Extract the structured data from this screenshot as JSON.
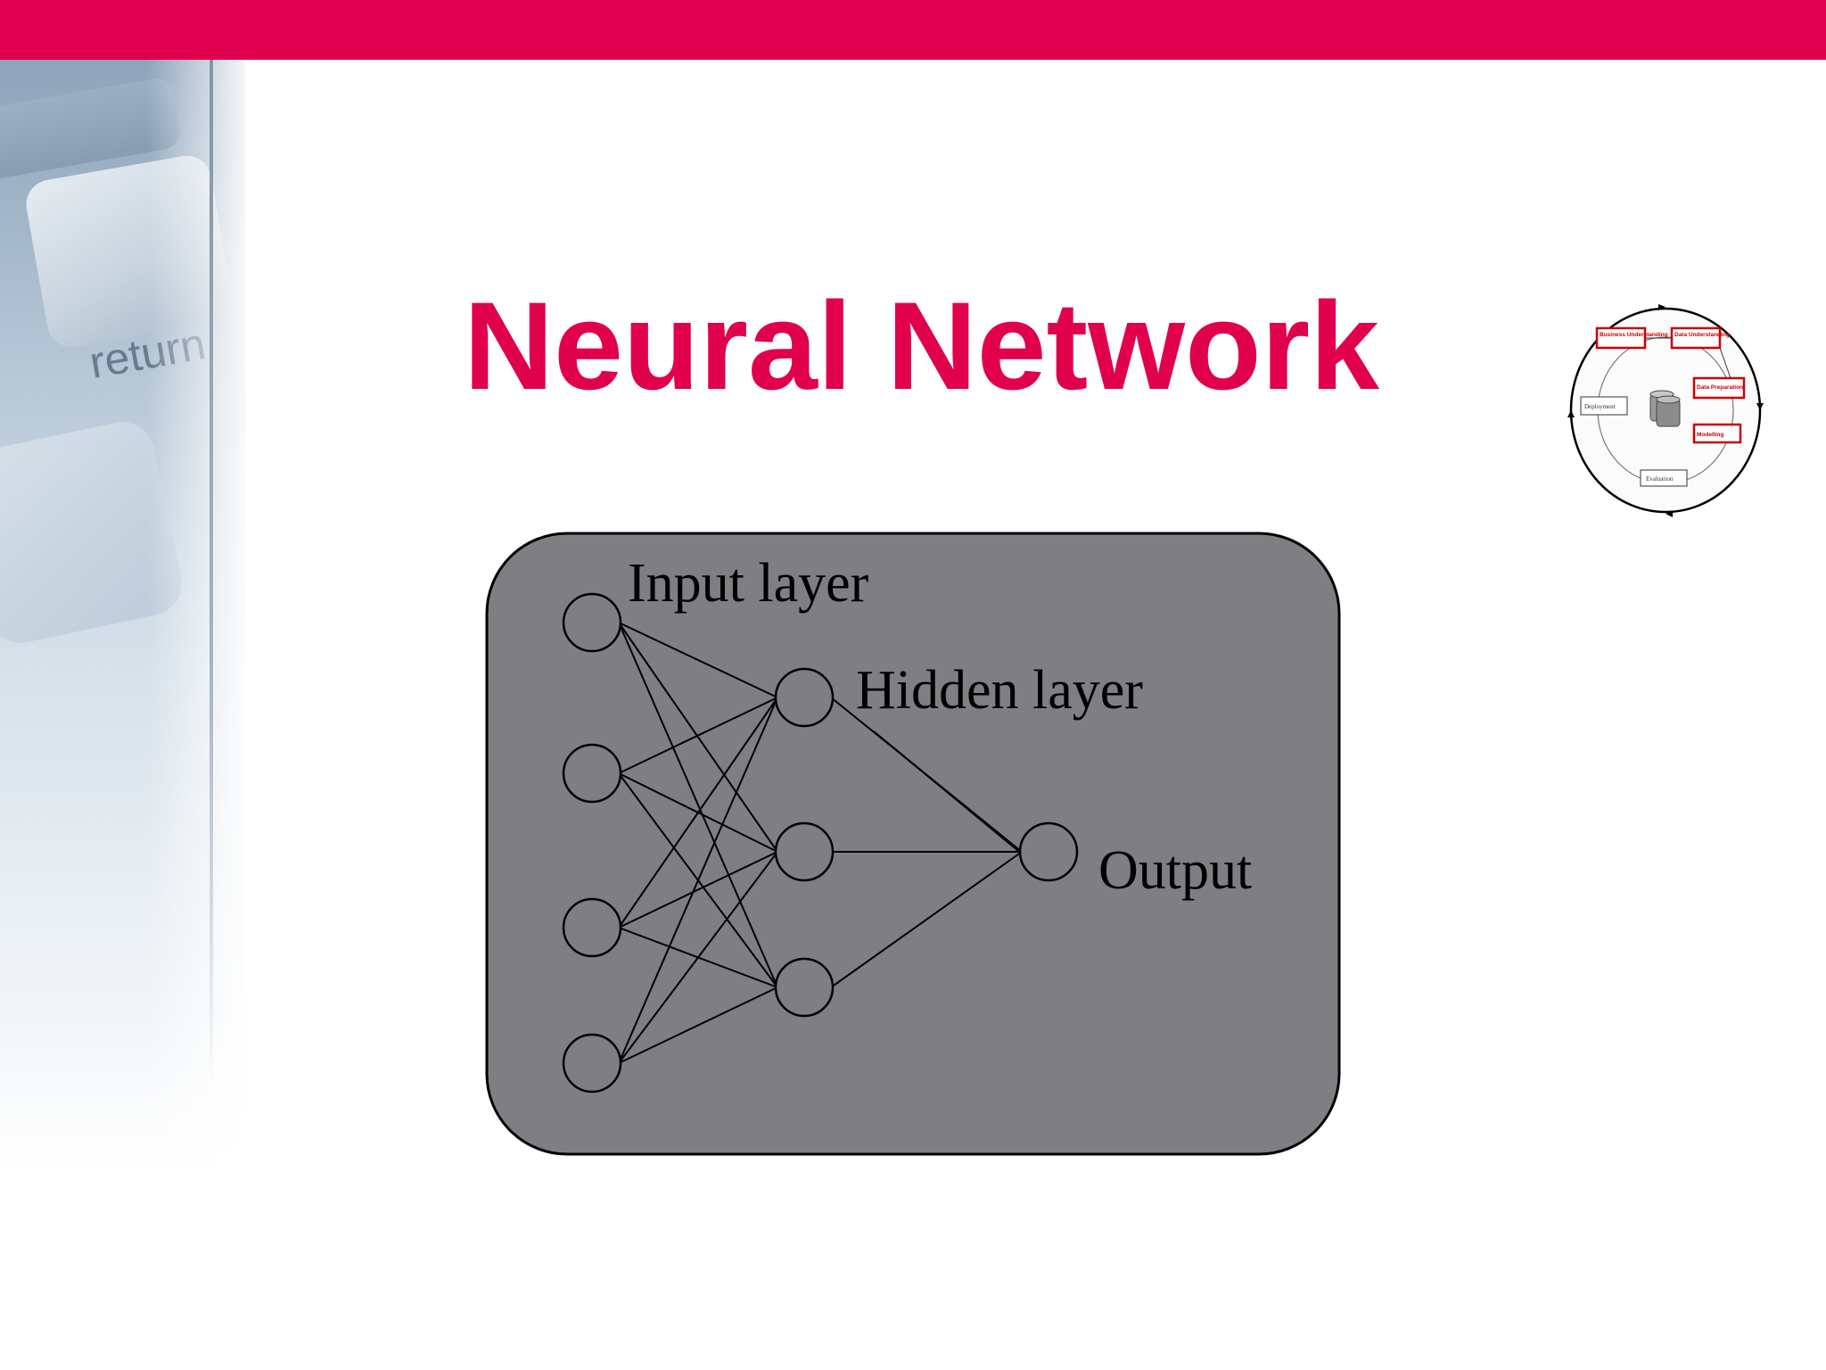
{
  "slide": {
    "title": "Neural Network",
    "accent_color": "#e0004d",
    "background_color": "#ffffff"
  },
  "side_image": {
    "key_label": "return"
  },
  "crisp_logo": {
    "stages": [
      "Business Understanding",
      "Data Understanding",
      "Data Preparation",
      "Modelling",
      "Evaluation",
      "Deployment"
    ],
    "highlight_color": "#cc0000"
  },
  "diagram": {
    "panel_color": "#7f7e82",
    "labels": {
      "input": "Input layer",
      "hidden": "Hidden layer",
      "output": "Output"
    },
    "layers": [
      {
        "name": "Input layer",
        "nodes": 4
      },
      {
        "name": "Hidden layer",
        "nodes": 3
      },
      {
        "name": "Output",
        "nodes": 1
      }
    ],
    "connections": "fully connected between adjacent layers"
  }
}
